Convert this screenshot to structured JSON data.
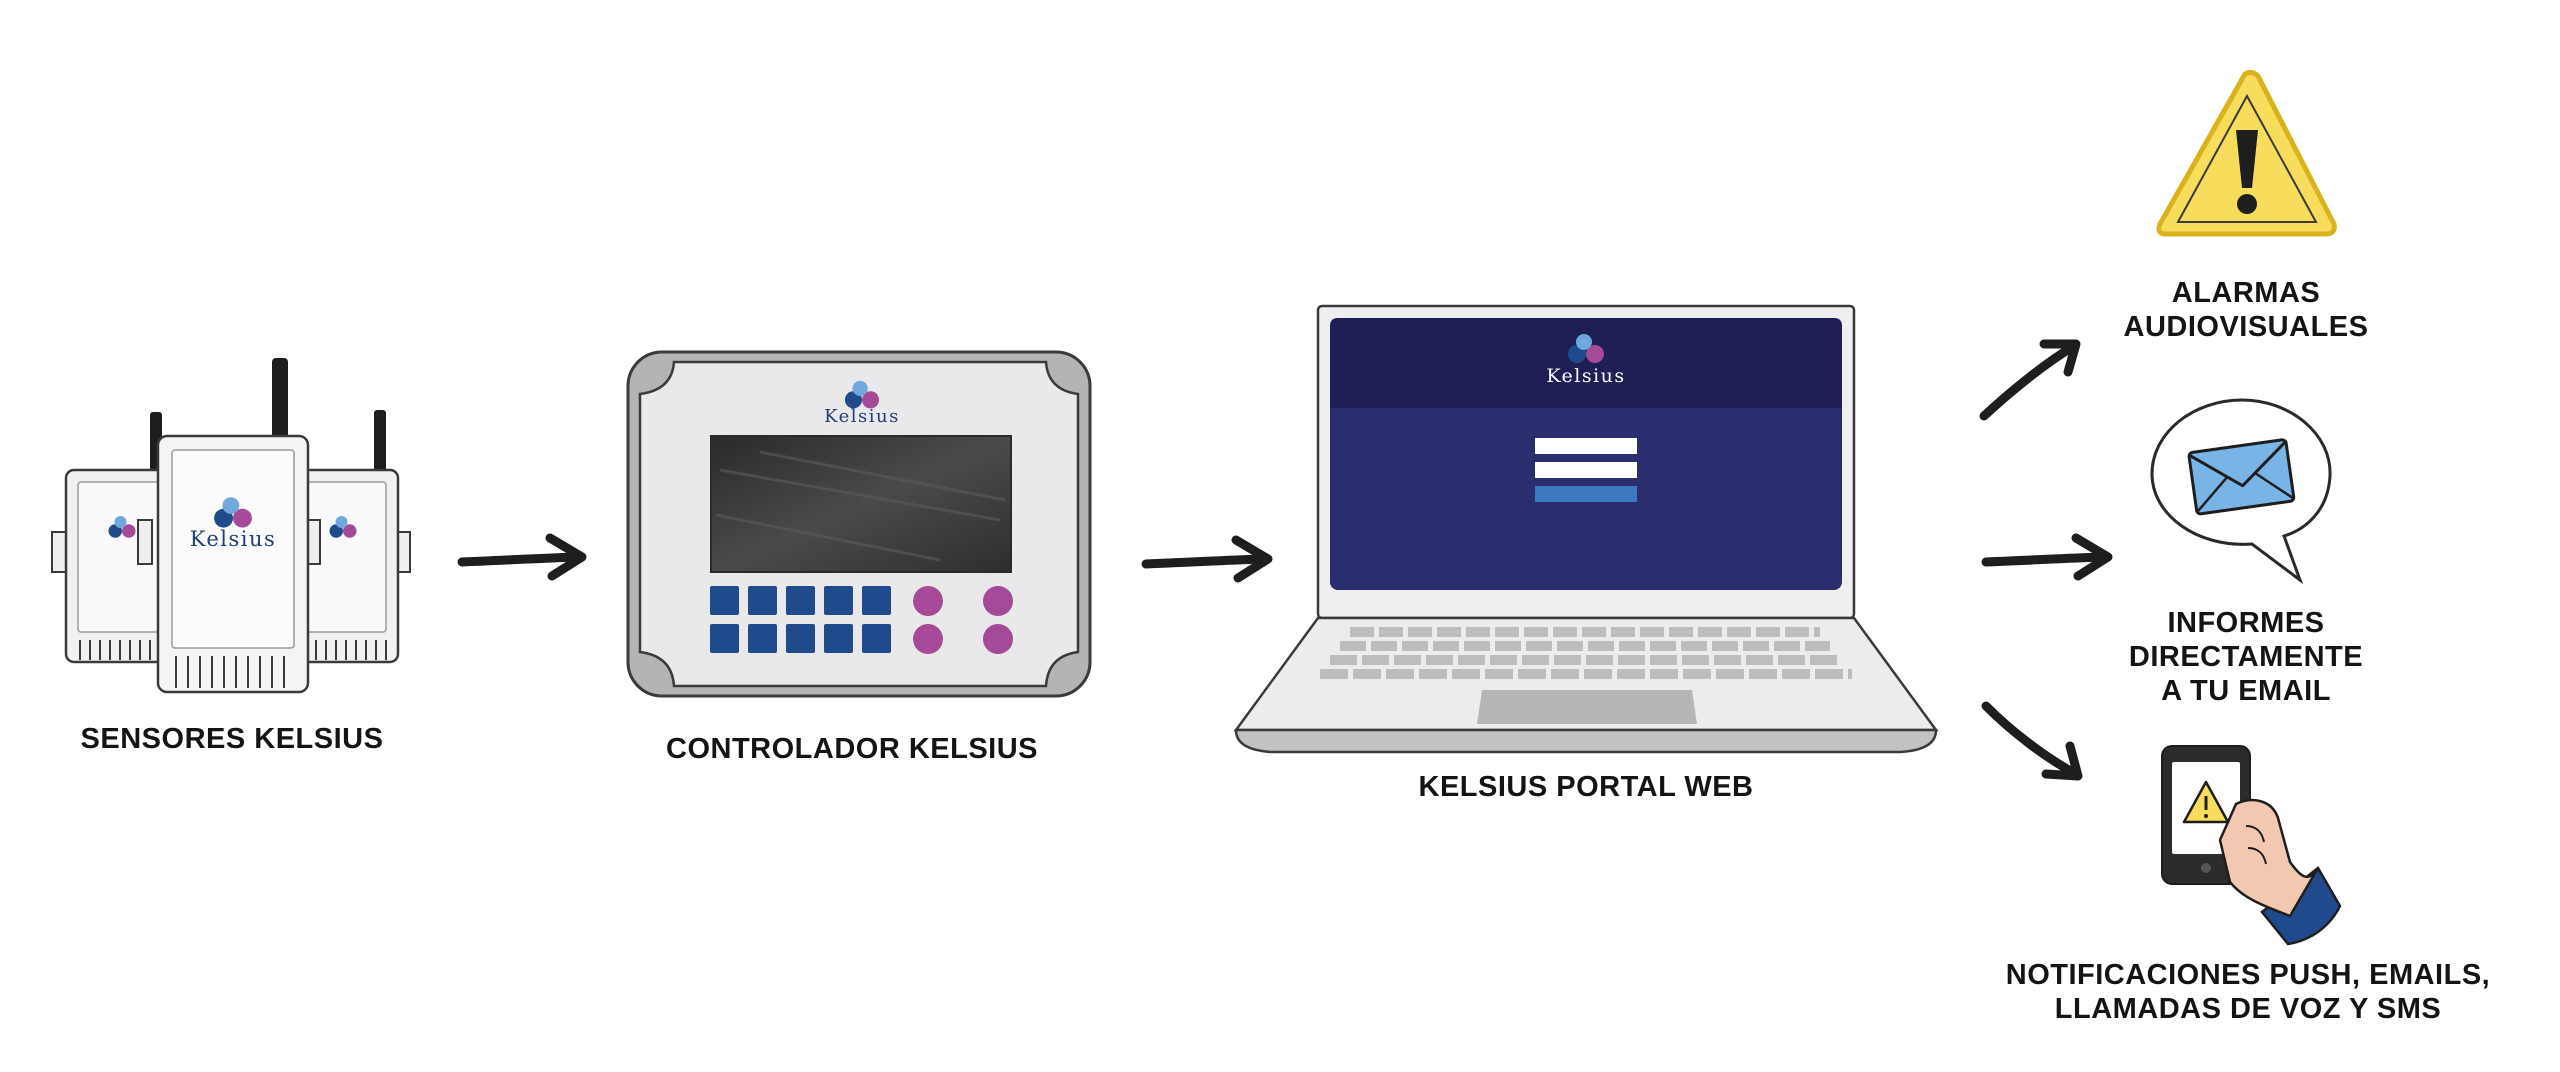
{
  "brand": {
    "logo_text": "Kelsius",
    "colors": {
      "navy": "#1f4a8c",
      "magenta": "#a44a99",
      "light_blue": "#6fa8dc",
      "portal_dark": "#1e1f55",
      "portal_body": "#2a2d6e",
      "warning_yellow": "#f8dd5d",
      "warning_border": "#d8b31e",
      "envelope_blue": "#79b4e6",
      "outline": "#3a3a3a"
    }
  },
  "nodes": {
    "sensors": {
      "label": "SENSORES KELSIUS",
      "icon": "sensors-icon"
    },
    "controller": {
      "label": "CONTROLADOR KELSIUS",
      "icon": "controller-icon"
    },
    "portal": {
      "label": "KELSIUS PORTAL WEB",
      "icon": "laptop-icon"
    },
    "alarms": {
      "label_lines": [
        "ALARMAS",
        "AUDIOVISUALES"
      ],
      "icon": "warning-icon"
    },
    "reports": {
      "label_lines": [
        "INFORMES",
        "DIRECTAMENTE",
        "A TU EMAIL"
      ],
      "icon": "email-bubble-icon"
    },
    "notifications": {
      "label_lines": [
        "NOTIFICACIONES PUSH, EMAILS,",
        "LLAMADAS DE VOZ Y SMS"
      ],
      "icon": "phone-hand-icon"
    }
  },
  "edges": [
    {
      "from": "sensors",
      "to": "controller"
    },
    {
      "from": "controller",
      "to": "portal"
    },
    {
      "from": "portal",
      "to": "alarms"
    },
    {
      "from": "portal",
      "to": "reports"
    },
    {
      "from": "portal",
      "to": "notifications"
    }
  ]
}
